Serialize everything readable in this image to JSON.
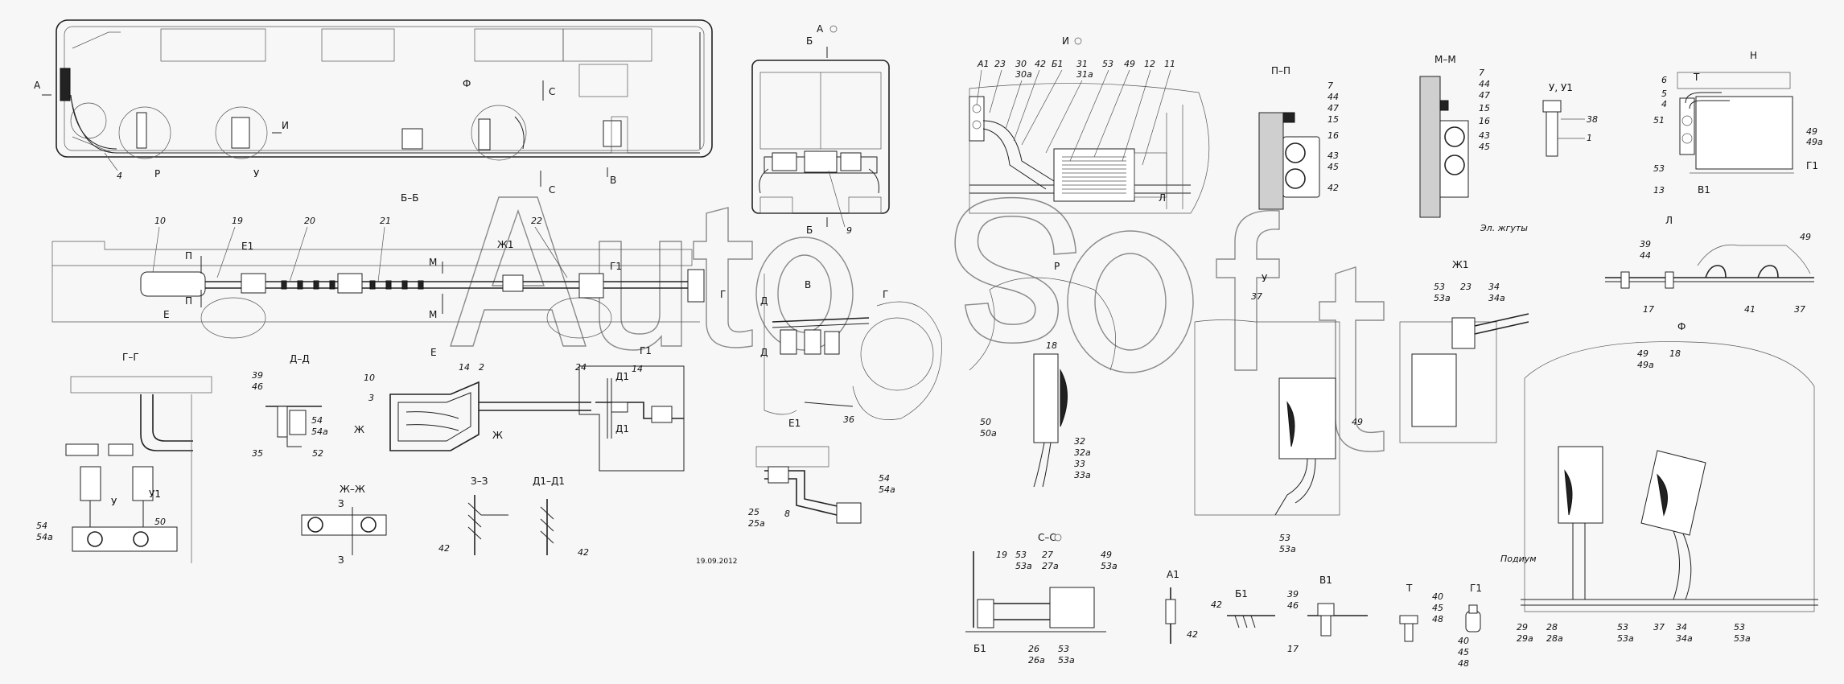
{
  "watermark": {
    "text": "AutoSoft"
  },
  "date_stamp": "19.09.2012",
  "views": {
    "top_plan": {
      "title": "",
      "labels": [
        "А",
        "Ф",
        "С",
        "И",
        "В",
        "С",
        "Р",
        "У",
        "4"
      ]
    },
    "front": {
      "title": "А",
      "labels": [
        "Б",
        "Б",
        "9"
      ]
    },
    "view_i": {
      "title": "И",
      "labels": [
        "А1",
        "23",
        "30",
        "30а",
        "42",
        "Б1",
        "31",
        "31а",
        "53",
        "49",
        "12",
        "11",
        "Л"
      ]
    },
    "section_pp": {
      "title": "П–П",
      "labels": [
        "7",
        "44",
        "47",
        "15",
        "16",
        "43",
        "45",
        "42"
      ]
    },
    "section_mm": {
      "title": "М–М",
      "labels": [
        "7",
        "44",
        "47",
        "15",
        "16",
        "43",
        "45",
        "Эл. жгуты"
      ]
    },
    "view_u": {
      "title": "У, У1",
      "labels": [
        "38",
        "1"
      ]
    },
    "view_n": {
      "title": "Н",
      "labels": [
        "6",
        "5",
        "4",
        "51",
        "53",
        "13",
        "Т",
        "49",
        "49а",
        "Г1",
        "В1"
      ]
    },
    "section_bb": {
      "title": "Б–Б",
      "labels": [
        "10",
        "19",
        "20",
        "21",
        "22",
        "П",
        "П",
        "Е1",
        "Е",
        "М",
        "М",
        "Ж1",
        "Г1",
        "Г"
      ]
    },
    "view_l": {
      "title": "Л",
      "labels": [
        "39",
        "44",
        "49",
        "17",
        "41",
        "37"
      ]
    },
    "view_r": {
      "title": "Р",
      "labels": [
        "18",
        "50",
        "50а",
        "32",
        "32а",
        "33",
        "33а"
      ]
    },
    "view_u2": {
      "title": "У",
      "labels": [
        "37",
        "49",
        "53",
        "53а"
      ]
    },
    "view_zh1": {
      "title": "Ж1",
      "labels": [
        "53",
        "53а",
        "23",
        "34",
        "34а"
      ]
    },
    "view_f": {
      "title": "Ф",
      "labels": [
        "49",
        "49а",
        "18",
        "Подиум",
        "29",
        "29а",
        "28",
        "28а",
        "53",
        "53а",
        "37",
        "34",
        "34а",
        "53",
        "53а"
      ]
    },
    "section_gg": {
      "title": "Г–Г",
      "labels": [
        "У",
        "У1",
        "50",
        "54",
        "54а"
      ]
    },
    "section_dd": {
      "title": "Д–Д",
      "labels": [
        "39",
        "46",
        "54",
        "54а",
        "35",
        "52"
      ]
    },
    "view_e": {
      "title": "Е",
      "labels": [
        "10",
        "3",
        "14",
        "2",
        "24",
        "Ж",
        "Ж",
        "Д1",
        "Д1",
        "14",
        "Г1"
      ]
    },
    "view_v": {
      "title": "В",
      "labels": [
        "Д",
        "Д",
        "Г",
        "36",
        "Е1"
      ]
    },
    "view_e1": {
      "title": "",
      "labels": [
        "54",
        "54а",
        "25",
        "25а",
        "8"
      ]
    },
    "section_zhzh": {
      "title": "Ж–Ж",
      "labels": [
        "З",
        "З"
      ]
    },
    "section_zz": {
      "title": "З–З",
      "labels": [
        "42"
      ]
    },
    "section_d1d1": {
      "title": "Д1–Д1",
      "labels": [
        "42"
      ]
    },
    "section_ss": {
      "title": "С–С",
      "labels": [
        "19",
        "53",
        "53а",
        "27",
        "27а",
        "49",
        "53а",
        "Б1",
        "26",
        "26а",
        "53",
        "53а"
      ]
    },
    "view_a1": {
      "title": "А1",
      "labels": [
        "42"
      ]
    },
    "view_b1": {
      "title": "Б1",
      "labels": [
        "42"
      ]
    },
    "view_v1": {
      "title": "В1",
      "labels": [
        "39",
        "46",
        "17"
      ]
    },
    "view_t": {
      "title": "Т",
      "labels": [
        "40",
        "45",
        "48"
      ]
    },
    "view_g1": {
      "title": "Г1",
      "labels": [
        "40",
        "45",
        "48"
      ]
    }
  }
}
